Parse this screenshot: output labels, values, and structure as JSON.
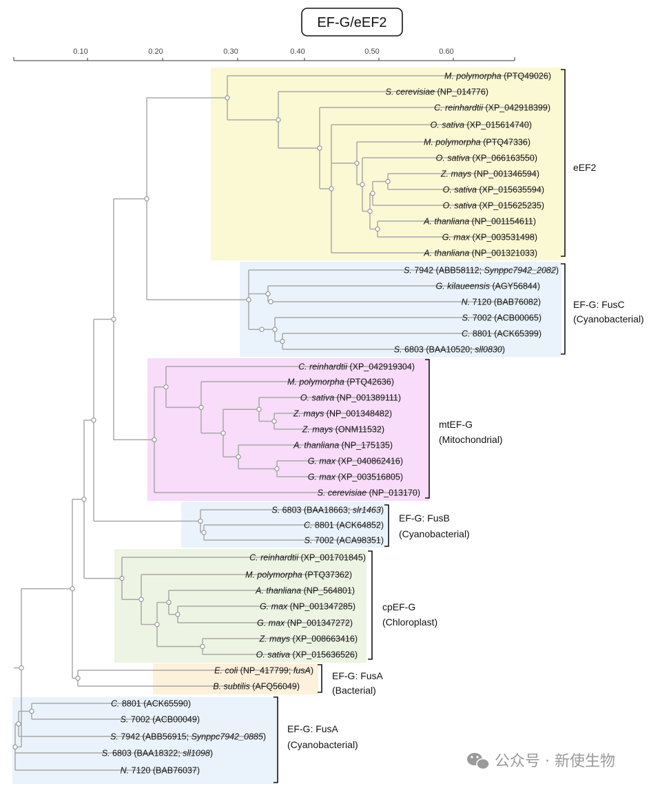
{
  "title": "EF-G/eEF2",
  "axis_ticks": [
    "0.10",
    "0.20",
    "0.30",
    "0.40",
    "0.50",
    "0.60"
  ],
  "watermark": "公众号 · 新使生物",
  "colors": {
    "eEF2": "#fbf9d4",
    "FusC": "#eaf3fb",
    "mtEF-G": "#f8dcf9",
    "FusB": "#eaf3fb",
    "cpEF-G": "#eef4e3",
    "FusA_bac": "#fdf1dc",
    "FusA_cyano": "#eaf3fb"
  },
  "groups": [
    {
      "key": "eEF2",
      "label": [
        "eEF2"
      ]
    },
    {
      "key": "FusC",
      "label": [
        "EF-G: FusC",
        "(Cyanobacterial)"
      ]
    },
    {
      "key": "mtEF-G",
      "label": [
        "mtEF-G",
        "(Mitochondrial)"
      ]
    },
    {
      "key": "FusB",
      "label": [
        "EF-G: FusB",
        "(Cyanobacterial)"
      ]
    },
    {
      "key": "cpEF-G",
      "label": [
        "cpEF-G",
        "(Chloroplast)"
      ]
    },
    {
      "key": "FusA_bac",
      "label": [
        "EF-G: FusA",
        "(Bacterial)"
      ]
    },
    {
      "key": "FusA_cyano",
      "label": [
        "EF-G: FusA",
        "(Cyanobacterial)"
      ]
    }
  ],
  "leaves": [
    [
      {
        "t": "M. polymorpha",
        "i": true
      },
      {
        "t": " (PTQ49026)"
      }
    ],
    [
      {
        "t": "S. cerevisiae",
        "i": true
      },
      {
        "t": " (NP_014776)"
      }
    ],
    [
      {
        "t": "C. reinhardtii",
        "i": true
      },
      {
        "t": " (XP_042918399)"
      }
    ],
    [
      {
        "t": "O. sativa",
        "i": true
      },
      {
        "t": " (XP_015614740)"
      }
    ],
    [
      {
        "t": "M. polymorpha",
        "i": true
      },
      {
        "t": " (PTQ47336)"
      }
    ],
    [
      {
        "t": "O. sativa",
        "i": true
      },
      {
        "t": " (XP_066163550)"
      }
    ],
    [
      {
        "t": "Z. mays",
        "i": true
      },
      {
        "t": " (NP_001346594)"
      }
    ],
    [
      {
        "t": "O. sativa",
        "i": true
      },
      {
        "t": " (XP_015635594)"
      }
    ],
    [
      {
        "t": "O. sativa",
        "i": true
      },
      {
        "t": " (XP_015625235)"
      }
    ],
    [
      {
        "t": "A. thanliana",
        "i": true
      },
      {
        "t": " (NP_001154611)"
      }
    ],
    [
      {
        "t": "G. max",
        "i": true
      },
      {
        "t": " (XP_003531498)"
      }
    ],
    [
      {
        "t": "A. thanliana",
        "i": true
      },
      {
        "t": " (NP_001321033)"
      }
    ],
    [
      {
        "t": "S.",
        "i": true
      },
      {
        "t": " 7942 (ABB58112; "
      },
      {
        "t": "Synppc7942_2082",
        "i": true
      },
      {
        "t": ")"
      }
    ],
    [
      {
        "t": "G. kilaueensis",
        "i": true
      },
      {
        "t": " (AGY56844)"
      }
    ],
    [
      {
        "t": "N.",
        "i": true
      },
      {
        "t": " 7120 (BAB76082)"
      }
    ],
    [
      {
        "t": "S.",
        "i": true
      },
      {
        "t": " 7002 (ACB00065)"
      }
    ],
    [
      {
        "t": "C.",
        "i": true
      },
      {
        "t": " 8801 (ACK65399)"
      }
    ],
    [
      {
        "t": "S.",
        "i": true
      },
      {
        "t": " 6803 (BAA10520; "
      },
      {
        "t": "sll0830",
        "i": true
      },
      {
        "t": ")"
      }
    ],
    [
      {
        "t": "C. reinhardtii",
        "i": true
      },
      {
        "t": " (XP_042919304)"
      }
    ],
    [
      {
        "t": "M. polymorpha",
        "i": true
      },
      {
        "t": " (PTQ42636)"
      }
    ],
    [
      {
        "t": "O. sativa",
        "i": true
      },
      {
        "t": " (NP_001389111)"
      }
    ],
    [
      {
        "t": "Z. mays",
        "i": true
      },
      {
        "t": " (NP_001348482)"
      }
    ],
    [
      {
        "t": "Z. mays",
        "i": true
      },
      {
        "t": " (ONM11532)"
      }
    ],
    [
      {
        "t": "A. thanliana",
        "i": true
      },
      {
        "t": " (NP_175135)"
      }
    ],
    [
      {
        "t": "G. max",
        "i": true
      },
      {
        "t": " (XP_040862416)"
      }
    ],
    [
      {
        "t": "G. max",
        "i": true
      },
      {
        "t": " (XP_003516805)"
      }
    ],
    [
      {
        "t": "S. cerevisiae",
        "i": true
      },
      {
        "t": " (NP_013170)"
      }
    ],
    [
      {
        "t": "S.",
        "i": true
      },
      {
        "t": " 6803 (BAA18663; "
      },
      {
        "t": "slr1463",
        "i": true
      },
      {
        "t": ")"
      }
    ],
    [
      {
        "t": "C.",
        "i": true
      },
      {
        "t": " 8801 (ACK64852)"
      }
    ],
    [
      {
        "t": "S.",
        "i": true
      },
      {
        "t": " 7002 (ACA98351)"
      }
    ],
    [
      {
        "t": "C. reinhardtii",
        "i": true
      },
      {
        "t": " (XP_001701845)"
      }
    ],
    [
      {
        "t": "M. polymorpha",
        "i": true
      },
      {
        "t": " (PTQ37362)"
      }
    ],
    [
      {
        "t": "A. thanliana",
        "i": true
      },
      {
        "t": " (NP_564801)"
      }
    ],
    [
      {
        "t": "G. max",
        "i": true
      },
      {
        "t": " (NP_001347285)"
      }
    ],
    [
      {
        "t": "G. max",
        "i": true
      },
      {
        "t": " (NP_001347272)"
      }
    ],
    [
      {
        "t": "Z. mays",
        "i": true
      },
      {
        "t": " (XP_008663416)"
      }
    ],
    [
      {
        "t": "O. sativa",
        "i": true
      },
      {
        "t": " (XP_015636526)"
      }
    ],
    [
      {
        "t": "E. coli",
        "i": true
      },
      {
        "t": " (NP_417799; "
      },
      {
        "t": "fusA",
        "i": true
      },
      {
        "t": ")"
      }
    ],
    [
      {
        "t": "B. subtilis",
        "i": true
      },
      {
        "t": " (AFQ56049)"
      }
    ],
    [
      {
        "t": "C.",
        "i": true
      },
      {
        "t": " 8801 (ACK65590)"
      }
    ],
    [
      {
        "t": "S.",
        "i": true
      },
      {
        "t": " 7002 (ACB00049)"
      }
    ],
    [
      {
        "t": "S.",
        "i": true
      },
      {
        "t": " 7942 (ABB56915; "
      },
      {
        "t": "Synppc7942_0885",
        "i": true
      },
      {
        "t": ")"
      }
    ],
    [
      {
        "t": "S.",
        "i": true
      },
      {
        "t": " 6803 (BAA18322; "
      },
      {
        "t": "sll1098",
        "i": true
      },
      {
        "t": ")"
      }
    ],
    [
      {
        "t": "N.",
        "i": true
      },
      {
        "t": " 7120 (BAB76037)"
      }
    ]
  ]
}
